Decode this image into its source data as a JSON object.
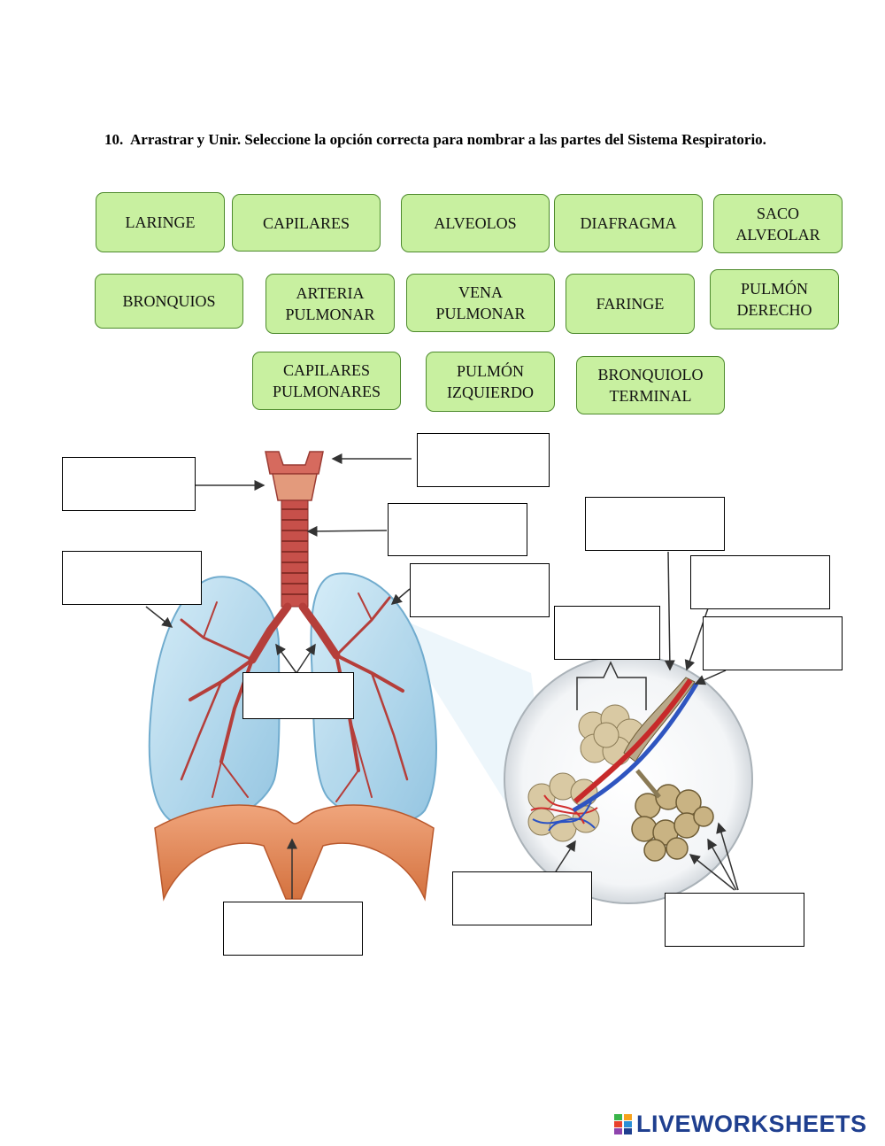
{
  "instruction": {
    "number": "10.",
    "text": "Arrastrar y Unir. Seleccione la opción correcta para nombrar a las partes del Sistema Respiratorio."
  },
  "options": [
    "LARINGE",
    "CAPILARES",
    "ALVEOLOS",
    "DIAFRAGMA",
    "SACO\nALVEOLAR",
    "BRONQUIOS",
    "ARTERIA\nPULMONAR",
    "VENA\nPULMONAR",
    "FARINGE",
    "PULMÓN\nDERECHO",
    "CAPILARES\nPULMONARES",
    "PULMÓN\nIZQUIERDO",
    "BRONQUIOLO\nTERMINAL"
  ],
  "colors": {
    "chip_fill": "#c8f0a0",
    "chip_border": "#4d8a2c",
    "lung_fill": "#a9d3ea",
    "trachea": "#c7504a",
    "diaphragm": "#e3895a",
    "brand": "#1f3f8f"
  },
  "brand": {
    "text": "LIVEWORKSHEETS"
  }
}
